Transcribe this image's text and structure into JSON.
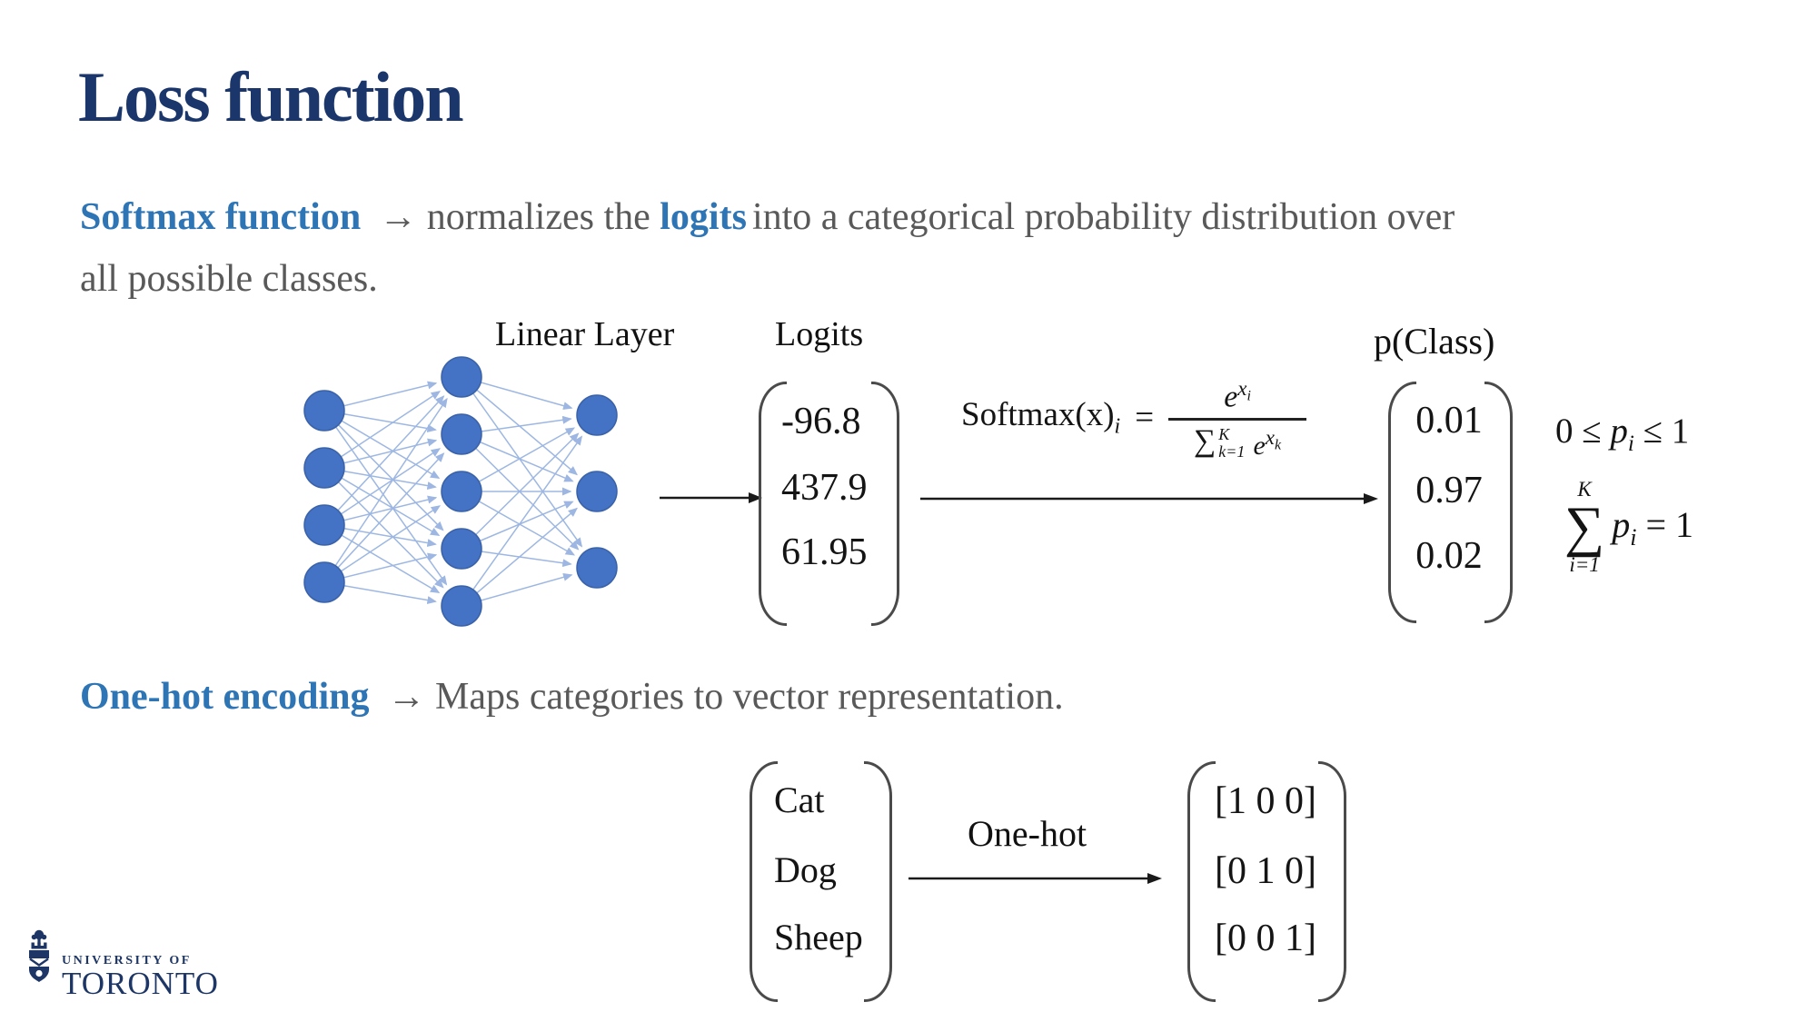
{
  "title": "Loss function",
  "softmax_def": {
    "term": "Softmax function",
    "mid": "→ normalizes the",
    "highlight": "logits",
    "rest": "into a categorical probability distribution over",
    "rest2": "all possible classes."
  },
  "diagram": {
    "linear_layer_label": "Linear Layer",
    "logits_label": "Logits",
    "logits_values": [
      "-96.8",
      "437.9",
      "61.95"
    ],
    "pclass_label": "p(Class)",
    "pclass_values": [
      "0.01",
      "0.97",
      "0.02"
    ]
  },
  "formula": {
    "lhs": "Softmax(x)",
    "lhs_sub": "i",
    "eq": "=",
    "num_base": "e",
    "num_sup": "x",
    "num_sup_sub": "i",
    "den_sum": "∑",
    "den_sum_sup": "K",
    "den_sum_sub": "k=1",
    "den_base": "e",
    "den_sup": "x",
    "den_sup_sub": "k"
  },
  "constraints": {
    "range_pre": "0 ≤ ",
    "range_var": "p",
    "range_var_sub": "i",
    "range_post": " ≤ 1",
    "sum_top": "K",
    "sum_sym": "∑",
    "sum_bottom": "i=1",
    "sum_var": "p",
    "sum_var_sub": "i",
    "sum_post": " = 1"
  },
  "onehot_def": {
    "term": "One-hot encoding",
    "rest": "→ Maps categories to vector representation."
  },
  "onehot_diagram": {
    "arrow_label": "One-hot",
    "categories": [
      "Cat",
      "Dog",
      "Sheep"
    ],
    "vectors": [
      "[1 0 0]",
      "[0 1 0]",
      "[0 0 1]"
    ]
  },
  "logo": {
    "line1": "UNIVERSITY OF",
    "line2": "TORONTO"
  },
  "colors": {
    "title_navy": "#1A366B",
    "accent_blue": "#2E75B6",
    "body_gray": "#595959",
    "node_blue": "#4472C4",
    "edge_blue": "#9DB7E2"
  }
}
